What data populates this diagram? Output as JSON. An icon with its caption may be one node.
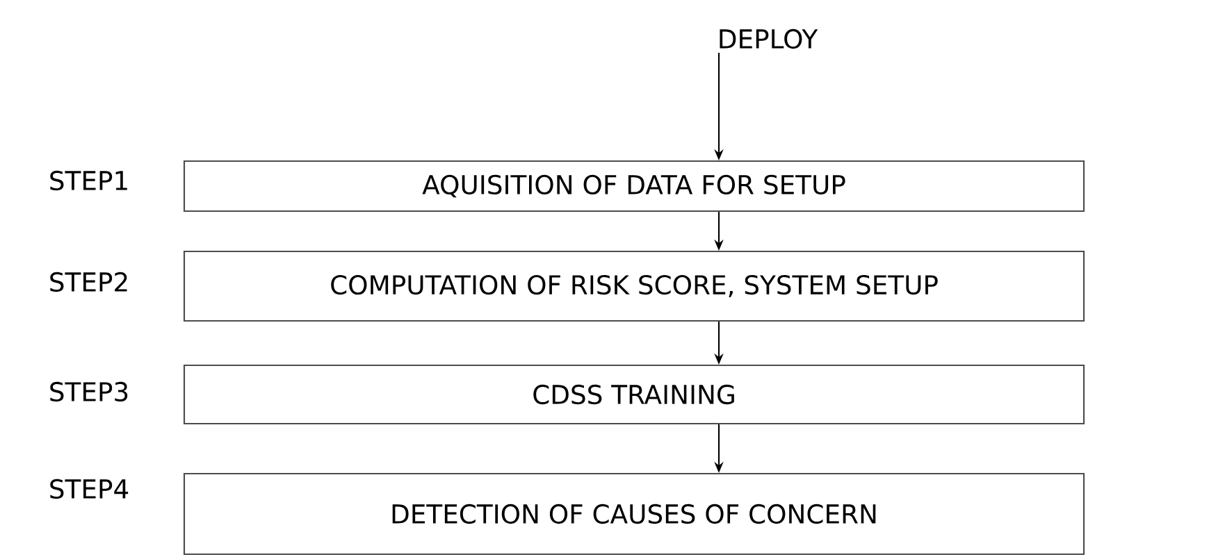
{
  "diagram": {
    "nodes": [
      {
        "text": [
          "DEPLOY"
        ]
      },
      {
        "text": [
          "AQUISITION OF DATA FOR SETUP"
        ],
        "beside": [
          "STEP1"
        ]
      },
      {
        "text": [
          "COMPUTATION OF RISK SCORE, SYSTEM SETUP"
        ],
        "beside": [
          "STEP2"
        ]
      },
      {
        "text": [
          "CDSS TRAINING"
        ],
        "beside": [
          "STEP3"
        ]
      },
      {
        "text": [
          "DETECTION OF CAUSES OF CONCERN"
        ],
        "beside": [
          "STEP4"
        ]
      }
    ],
    "edges": [
      {
        "from": 0,
        "to": 1,
        "arrow": "to"
      },
      {
        "from": 1,
        "to": 2,
        "arrow": "to"
      },
      {
        "from": 2,
        "to": 3,
        "arrow": "to"
      },
      {
        "from": 3,
        "to": 4,
        "arrow": "to"
      }
    ]
  }
}
